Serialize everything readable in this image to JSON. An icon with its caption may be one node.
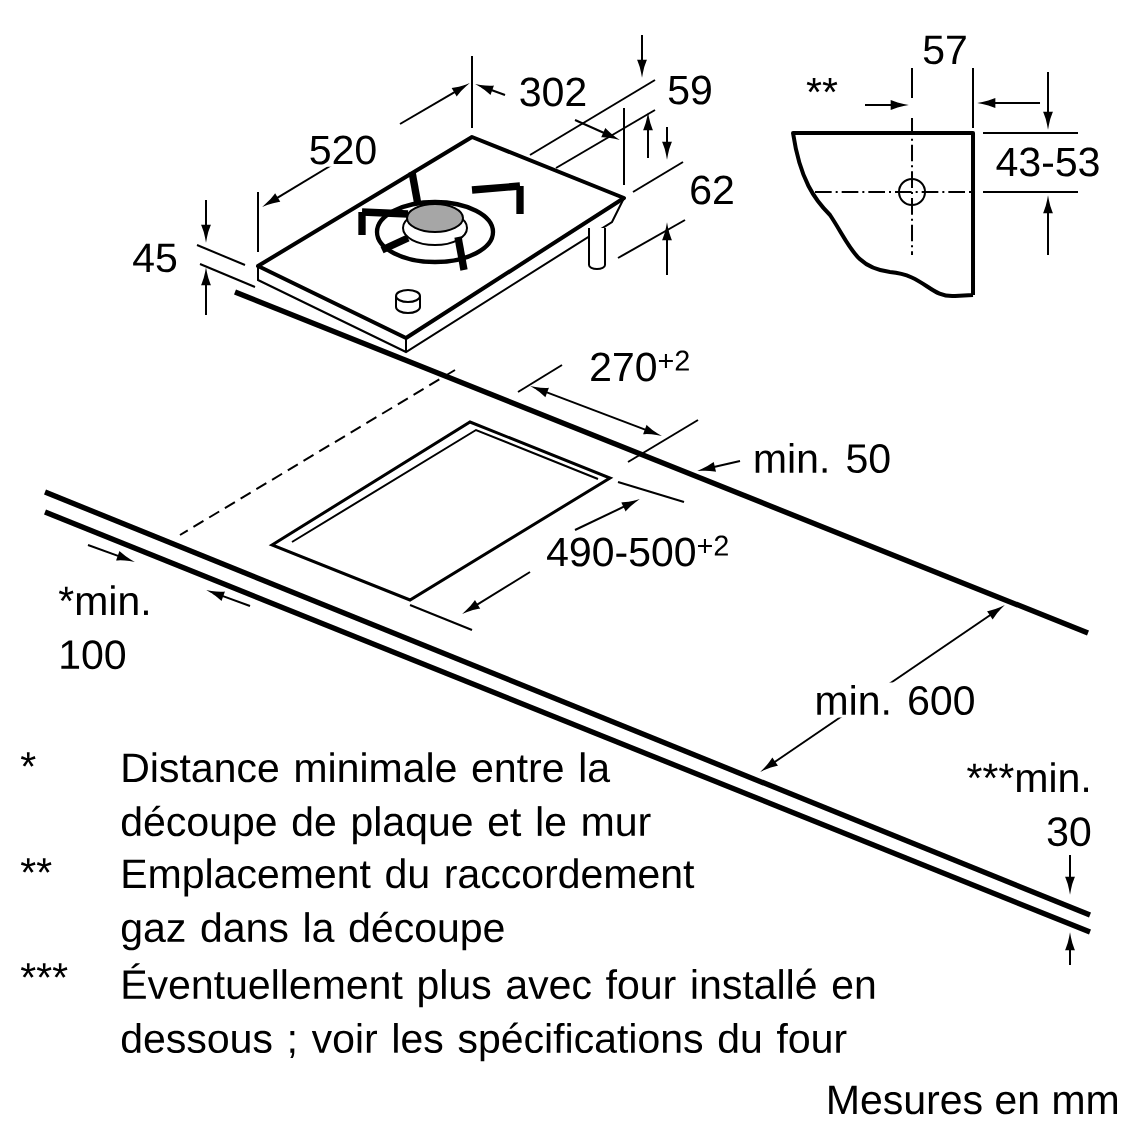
{
  "diagram": {
    "labels": [
      "302",
      "59",
      "57",
      "**",
      "520",
      "43-53",
      "62",
      "45",
      "270$^{+2}$",
      "min. 50",
      "490-500$^{+2}$",
      "*min. 100",
      "min. 600",
      "*",
      "Distance minimale entre la découpe de plaque et le mur",
      "***min. 30",
      "**",
      "Emplacement du raccordement gaz dans la découpe",
      "***",
      "Éventuellement plus avec four installé en dessous ; voir les spécifications du four",
      "Mesures en mm"
    ]
  }
}
